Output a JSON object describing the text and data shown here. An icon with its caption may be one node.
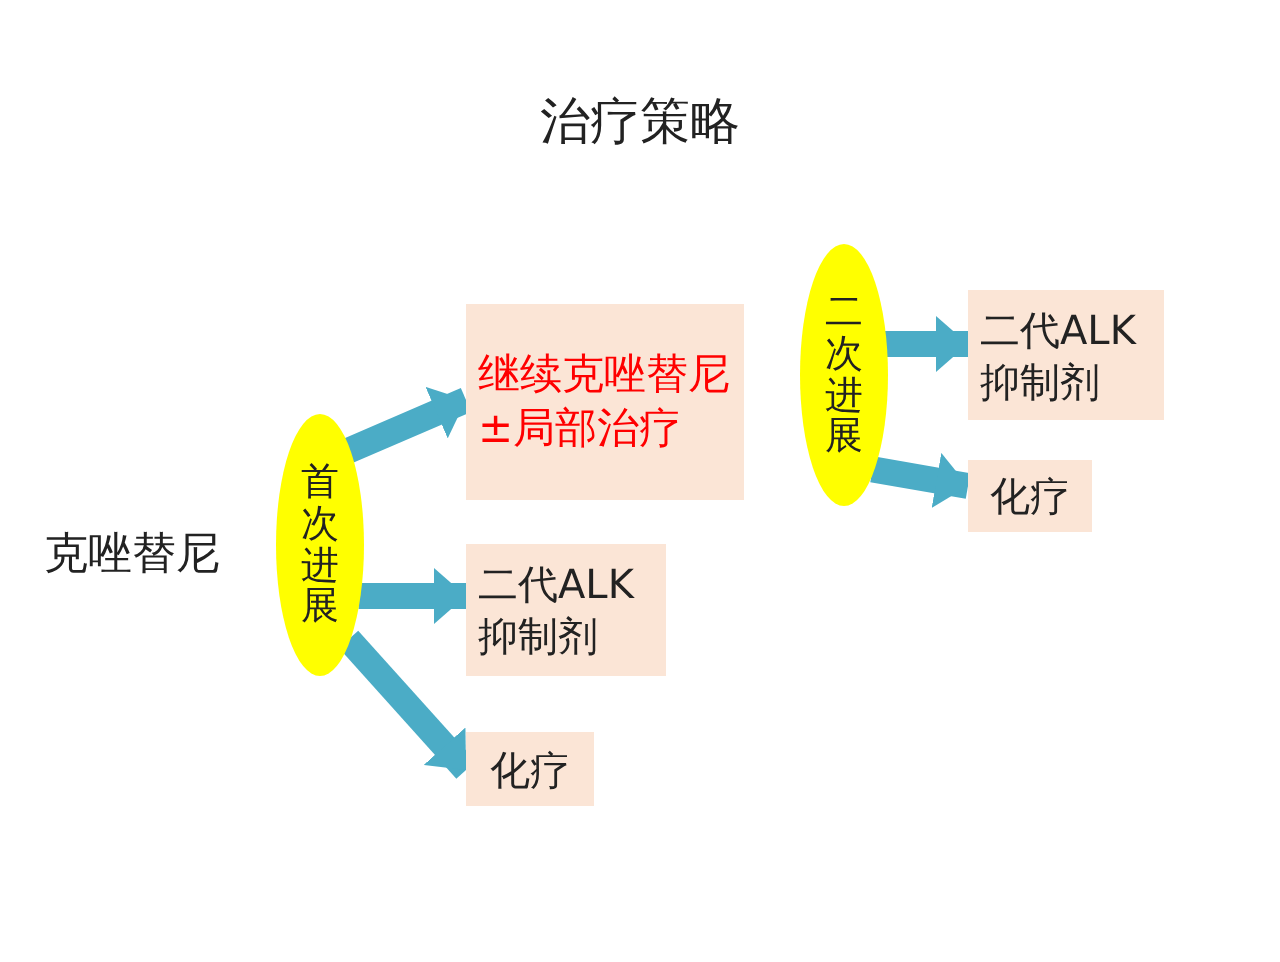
{
  "diagram": {
    "title": "治疗策略",
    "nodes": [
      {
        "text": [
          "克唑替尼"
        ]
      },
      {
        "text": [
          "首次进展"
        ]
      },
      {
        "text": [
          "继续克唑替尼±局部治疗"
        ]
      },
      {
        "text": [
          "二代ALK抑制剂"
        ]
      },
      {
        "text": [
          "化疗"
        ]
      },
      {
        "text": [
          "二次进展"
        ]
      },
      {
        "text": [
          "二代ALK抑制剂"
        ]
      },
      {
        "text": [
          "化疗"
        ]
      }
    ],
    "edges": [
      {
        "from": 1,
        "to": 2,
        "arrow": "to"
      },
      {
        "from": 1,
        "to": 3,
        "arrow": "to"
      },
      {
        "from": 1,
        "to": 4,
        "arrow": "to"
      },
      {
        "from": 5,
        "to": 6,
        "arrow": "to"
      },
      {
        "from": 5,
        "to": 7,
        "arrow": "to"
      }
    ]
  }
}
